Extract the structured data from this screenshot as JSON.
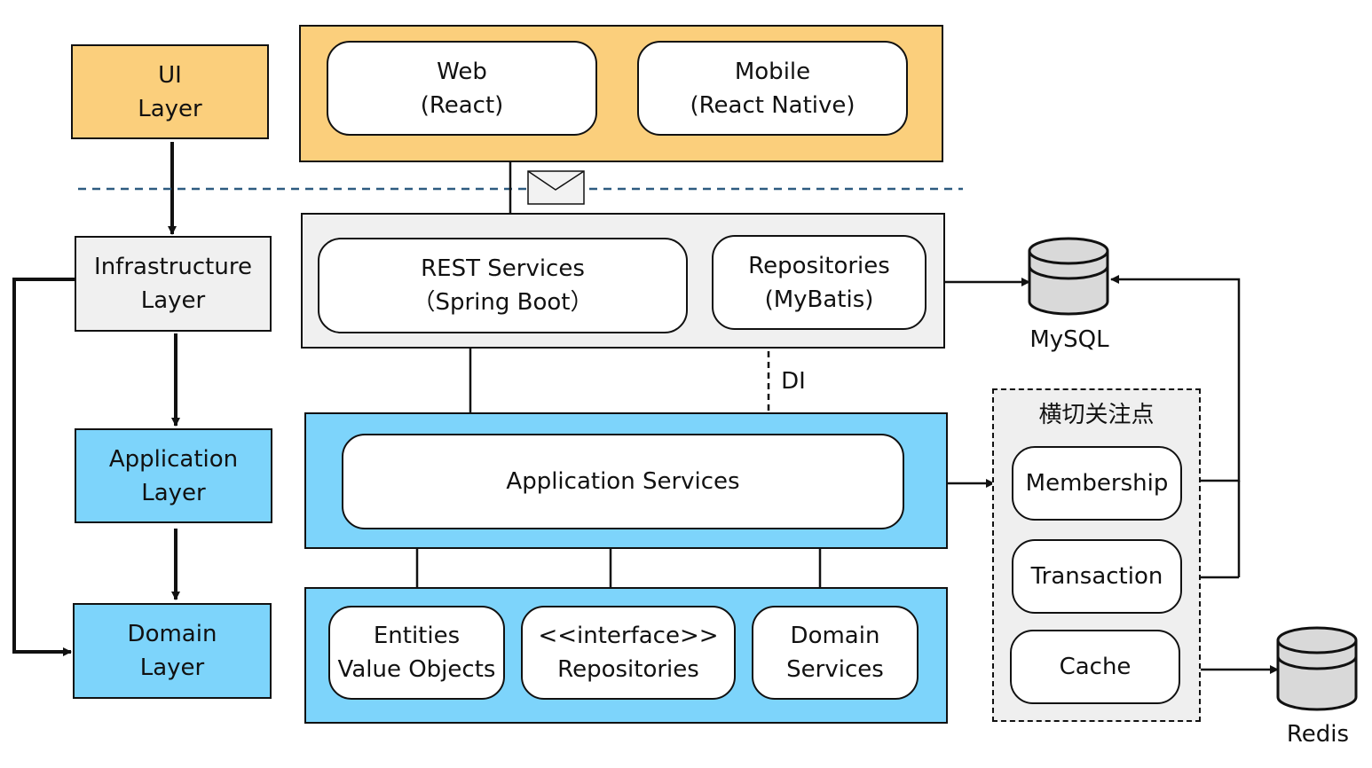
{
  "layers": {
    "ui": [
      "UI",
      "Layer"
    ],
    "infrastructure": [
      "Infrastructure",
      "Layer"
    ],
    "application": [
      "Application",
      "Layer"
    ],
    "domain": [
      "Domain",
      "Layer"
    ]
  },
  "ui_layer": {
    "web": [
      "Web",
      "(React)"
    ],
    "mobile": [
      "Mobile",
      "(React Native)"
    ]
  },
  "infrastructure_layer": {
    "rest": [
      "REST Services",
      "（Spring Boot）"
    ],
    "repositories": [
      "Repositories",
      "(MyBatis)"
    ]
  },
  "application_layer": {
    "services": "Application Services"
  },
  "domain_layer": {
    "entities": [
      "Entities",
      "Value Objects"
    ],
    "interface_repos": [
      "<<interface>>",
      "Repositories"
    ],
    "domain_services": [
      "Domain",
      "Services"
    ]
  },
  "di_label": "DI",
  "cross_cutting": {
    "title": "横切关注点",
    "items": [
      "Membership",
      "Transaction",
      "Cache"
    ]
  },
  "databases": {
    "mysql": "MySQL",
    "redis": "Redis"
  },
  "colors": {
    "ui": "#fbcf7c",
    "infrastructure": "#f0f0f0",
    "application_domain": "#7dd4fb",
    "separator": "#2e5b80"
  },
  "icons": [
    "envelope-icon",
    "database-icon"
  ]
}
